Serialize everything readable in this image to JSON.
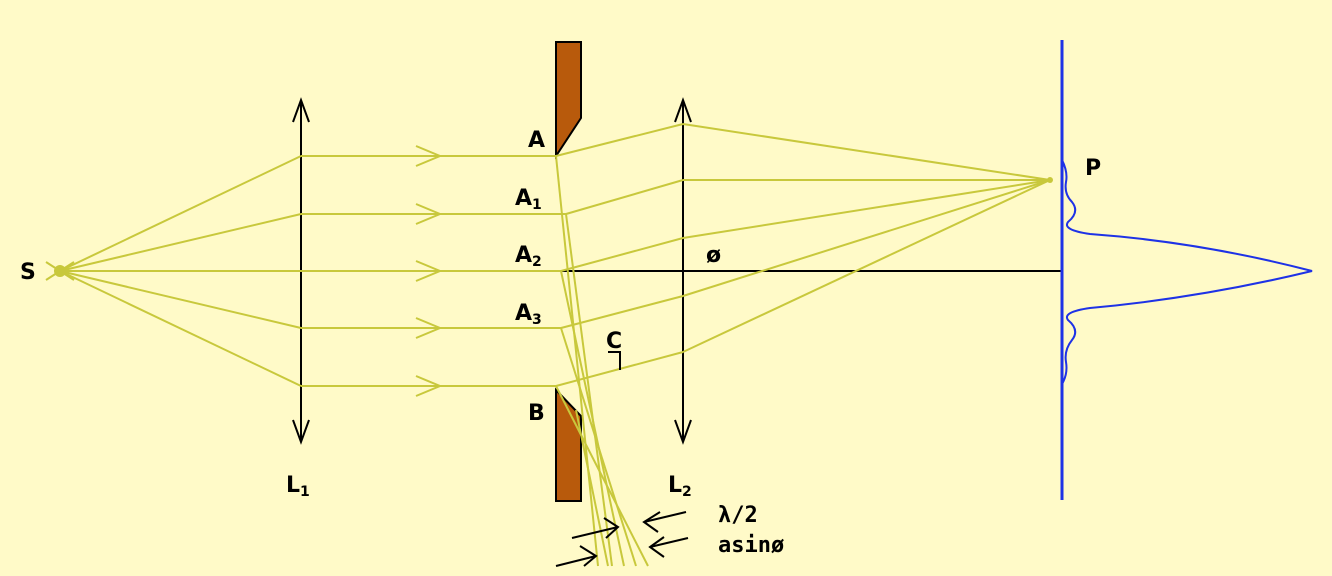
{
  "labels": {
    "source": "S",
    "lens1_main": "L",
    "lens1_sub": "1",
    "lens2_main": "L",
    "lens2_sub": "2",
    "slit_top": "A",
    "a1_main": "A",
    "a1_sub": "1",
    "a2_main": "A",
    "a2_sub": "2",
    "a3_main": "A",
    "a3_sub": "3",
    "slit_bottom": "B",
    "point": "P",
    "angle": "ø",
    "c_label": "C",
    "lambda_half": "λ/2",
    "asin_phi": "asinø"
  },
  "colors": {
    "background": "#FFFAC8",
    "ray": "#C8C83C",
    "slit": "#B85A0C",
    "pattern": "#1E32E6",
    "axis": "#000000"
  }
}
